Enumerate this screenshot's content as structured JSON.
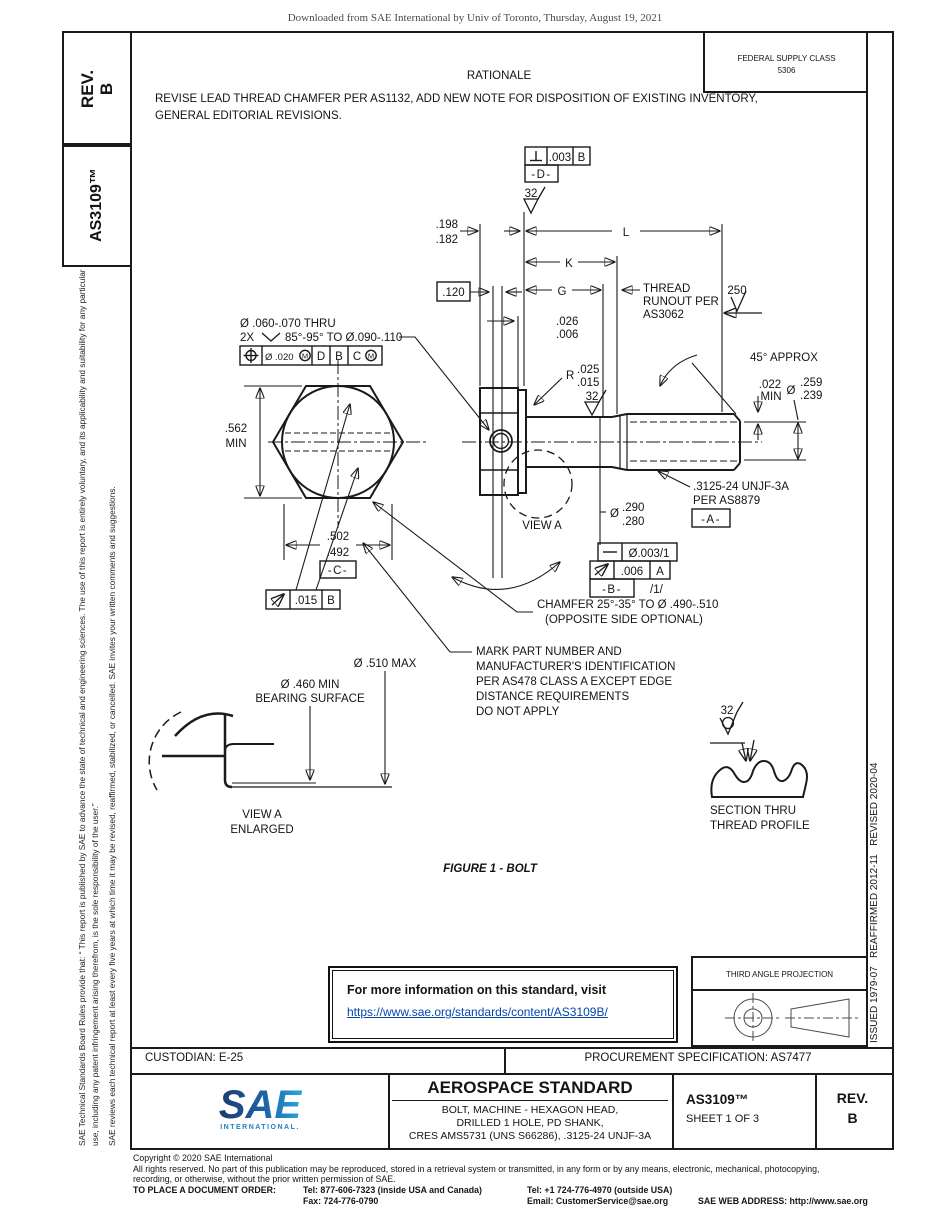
{
  "colors": {
    "link": "#0645ad",
    "logo_dark": "#1d3a6d",
    "logo_light": "#2aa6de",
    "logo_subtext": "#2080c0",
    "line": "#1a1a1a"
  },
  "page": {
    "watermark": "Downloaded from SAE International by Univ of Toronto, Thursday, August 19, 2021"
  },
  "left_sidebar": {
    "rev_label": "REV.",
    "rev_value": "B",
    "doc_number": "AS3109™",
    "disclaimer1": "SAE Technical Standards Board Rules provide that: “ This report is published by SAE to advance the state of technical and engineering sciences. The use of this report is entirely voluntary, and its applicability and suitability for any particular use, including any patent infringement arising therefrom, is the sole responsibility of the user.”",
    "disclaimer2": "SAE reviews each technical report at least every five years at which time it may be revised, reaffirmed, stabilized, or cancelled. SAE invites your written comments and suggestions."
  },
  "right_sidebar": {
    "history": "ISSUED 1979-07   REAFFIRMED 2012-11   REVISED 2020-04"
  },
  "header": {
    "rationale_title": "RATIONALE",
    "rationale_line1": "REVISE LEAD THREAD CHAMFER PER AS1132, ADD NEW NOTE FOR DISPOSITION OF EXISTING INVENTORY,",
    "rationale_line2": "GENERAL EDITORIAL REVISIONS.",
    "federal_supply_class_label": "FEDERAL SUPPLY CLASS",
    "federal_supply_class_value": "5306"
  },
  "drawing": {
    "fcf_perpendicularity": {
      "tolerance": ".003",
      "datum": "B"
    },
    "datum_d": "-D-",
    "surface_finish_32": "32",
    "surface_finish_250": "250",
    "dim_head_thickness": {
      "max": ".198",
      "min": ".182"
    },
    "dim_length_label": "L",
    "dim_k_label": "K",
    "dim_g_label": "G",
    "dim_grip": ".120",
    "thread_runout_note": [
      "THREAD",
      "RUNOUT PER",
      "AS3062"
    ],
    "dim_washer_face": {
      "max": ".026",
      "min": ".006"
    },
    "chamfer_angle_note": "45° APPROX",
    "fillet_radius": {
      "prefix": "R",
      "max": ".025",
      "min": ".015"
    },
    "dim_chamfer_len": {
      "value": ".022",
      "qualifier": "MIN"
    },
    "dia_thread_end": {
      "prefix": "Ø",
      "max": ".259",
      "min": ".239"
    },
    "hole_note_line1": "Ø .060-.070 THRU",
    "hole_note_line2_prefix": "2X",
    "hole_note_line2": "85°-95° TO Ø.090-.110",
    "fcf_position": {
      "tolerance": "Ø .020",
      "modifier": "M",
      "datum1": "D",
      "datum2": "B",
      "datum3": "C",
      "modifier3": "M"
    },
    "dim_across_corners": {
      "value": ".562",
      "qualifier": "MIN"
    },
    "dim_across_flats": {
      "max": ".502",
      "min": ".492"
    },
    "datum_c": "-C-",
    "fcf_runout_head": {
      "tolerance": ".015",
      "datum": "B"
    },
    "thread_spec_line1": ".3125-24 UNJF-3A",
    "thread_spec_line2": "PER AS8879",
    "datum_a": "-A-",
    "dia_shank": {
      "prefix": "Ø",
      "max": ".290",
      "min": ".280"
    },
    "fcf_straightness": {
      "tolerance": "Ø.003/1"
    },
    "fcf_runout_shank": {
      "tolerance": ".006",
      "datum": "A"
    },
    "datum_b": "-B-",
    "per_unit_length": "/1/",
    "chamfer_note_line1": "CHAMFER 25°-35° TO Ø .490-.510",
    "chamfer_note_line2": "(OPPOSITE SIDE OPTIONAL)",
    "marking_note": [
      "MARK PART NUMBER AND",
      "MANUFACTURER'S IDENTIFICATION",
      "PER AS478 CLASS A EXCEPT EDGE",
      "DISTANCE REQUIREMENTS",
      "DO NOT APPLY"
    ],
    "dia_head_max": "Ø .510 MAX",
    "dia_bearing_line1": "Ø .460 MIN",
    "dia_bearing_line2": "BEARING SURFACE",
    "view_a_label": "VIEW A",
    "view_a_enlarged_line1": "VIEW A",
    "view_a_enlarged_line2": "ENLARGED",
    "section_note_line1": "SECTION THRU",
    "section_note_line2": "THREAD PROFILE",
    "figure_caption": "FIGURE 1 - BOLT"
  },
  "info_box": {
    "line1": "For more information on this standard, visit",
    "link": "https://www.sae.org/standards/content/AS3109B/"
  },
  "projection_box": {
    "title": "THIRD ANGLE PROJECTION"
  },
  "title_block": {
    "custodian": "CUSTODIAN: E-25",
    "procurement": "PROCUREMENT SPECIFICATION: AS7477",
    "logo_text": "SAE",
    "logo_subtext": "INTERNATIONAL.",
    "heading": "AEROSPACE STANDARD",
    "subtitle1": "BOLT, MACHINE - HEXAGON HEAD,",
    "subtitle2": "DRILLED 1 HOLE, PD SHANK,",
    "subtitle3": "CRES AMS5731 (UNS S66286), .3125-24 UNJF-3A",
    "doc_number": "AS3109™",
    "sheet": "SHEET 1 OF 3",
    "rev_label": "REV.",
    "rev_value": "B"
  },
  "footer": {
    "copyright": "Copyright © 2020 SAE International",
    "rights1": "All rights reserved. No part of this publication may be reproduced, stored in a retrieval system or transmitted, in any form or by any means, electronic, mechanical, photocopying,",
    "rights2": "recording, or otherwise, without the prior written permission of SAE.",
    "order_label": "TO PLACE A DOCUMENT ORDER:",
    "tel1": "Tel: 877-606-7323 (inside USA and Canada)",
    "tel2": "Tel: +1 724-776-4970 (outside USA)",
    "fax": "Fax: 724-776-0790",
    "email": "Email: CustomerService@sae.org",
    "web": "SAE WEB ADDRESS: http://www.sae.org"
  }
}
